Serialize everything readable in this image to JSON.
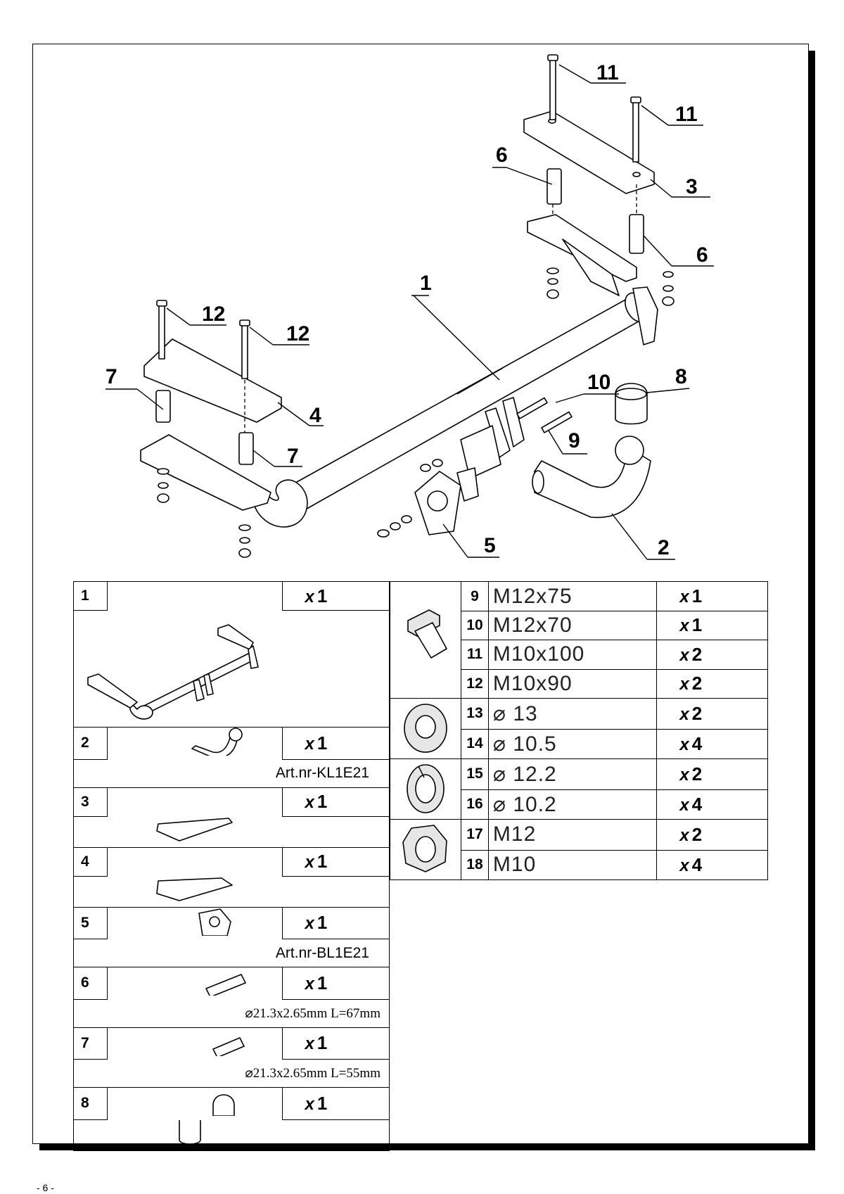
{
  "callouts": {
    "c1": "1",
    "c2": "2",
    "c3": "3",
    "c4": "4",
    "c5": "5",
    "c6a": "6",
    "c6b": "6",
    "c7a": "7",
    "c7b": "7",
    "c8": "8",
    "c9": "9",
    "c10": "10",
    "c11a": "11",
    "c11b": "11",
    "c12a": "12",
    "c12b": "12"
  },
  "left_table": [
    {
      "num": "1",
      "qty_x": "x",
      "qty_n": "1",
      "note": ""
    },
    {
      "num": "2",
      "qty_x": "x",
      "qty_n": "1",
      "note": "Art.nr-KL1E21"
    },
    {
      "num": "3",
      "qty_x": "x",
      "qty_n": "1",
      "note": ""
    },
    {
      "num": "4",
      "qty_x": "x",
      "qty_n": "1",
      "note": ""
    },
    {
      "num": "5",
      "qty_x": "x",
      "qty_n": "1",
      "note": "Art.nr-BL1E21"
    },
    {
      "num": "6",
      "qty_x": "x",
      "qty_n": "1",
      "note": "⌀21.3x2.65mm L=67mm"
    },
    {
      "num": "7",
      "qty_x": "x",
      "qty_n": "1",
      "note": "⌀21.3x2.65mm L=55mm"
    },
    {
      "num": "8",
      "qty_x": "x",
      "qty_n": "1",
      "note": ""
    }
  ],
  "right_table": [
    {
      "num": "9",
      "spec": "M12x75",
      "qty_x": "x",
      "qty_n": "1"
    },
    {
      "num": "10",
      "spec": "M12x70",
      "qty_x": "x",
      "qty_n": "1"
    },
    {
      "num": "11",
      "spec": "M10x100",
      "qty_x": "x",
      "qty_n": "2"
    },
    {
      "num": "12",
      "spec": "M10x90",
      "qty_x": "x",
      "qty_n": "2"
    },
    {
      "num": "13",
      "spec": "⌀ 13",
      "qty_x": "x",
      "qty_n": "2"
    },
    {
      "num": "14",
      "spec": "⌀ 10.5",
      "qty_x": "x",
      "qty_n": "4"
    },
    {
      "num": "15",
      "spec": "⌀ 12.2",
      "qty_x": "x",
      "qty_n": "2"
    },
    {
      "num": "16",
      "spec": "⌀ 10.2",
      "qty_x": "x",
      "qty_n": "4"
    },
    {
      "num": "17",
      "spec": "M12",
      "qty_x": "x",
      "qty_n": "2"
    },
    {
      "num": "18",
      "spec": "M10",
      "qty_x": "x",
      "qty_n": "4"
    }
  ],
  "footer": {
    "page": "- 6 -"
  }
}
